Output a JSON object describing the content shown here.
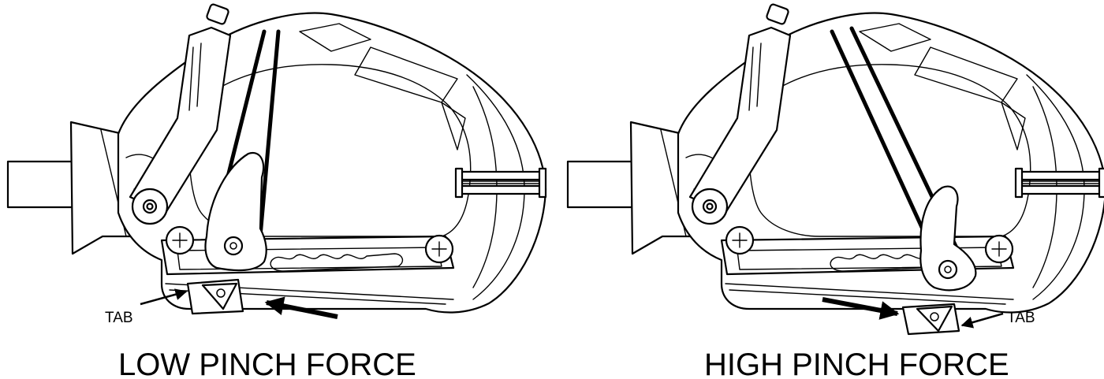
{
  "panels": [
    {
      "caption": "LOW PINCH FORCE",
      "tab_label": "TAB"
    },
    {
      "caption": "HIGH PINCH FORCE",
      "tab_label": "TAB"
    }
  ]
}
